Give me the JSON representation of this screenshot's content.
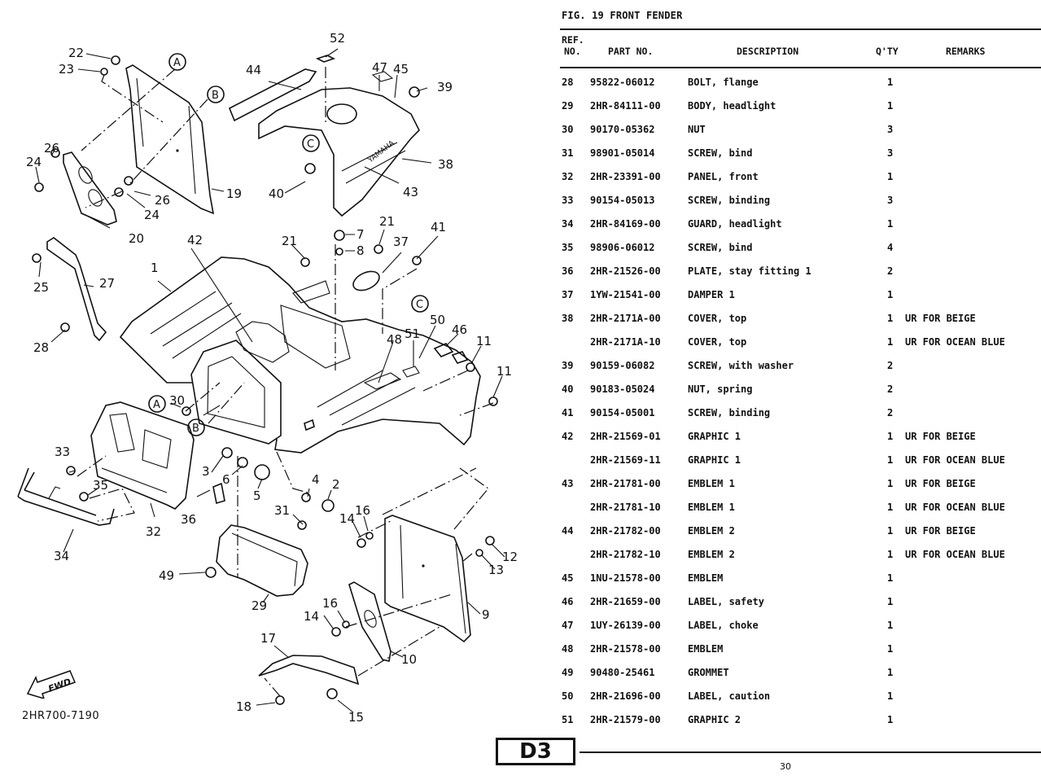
{
  "figure": {
    "title": "FIG. 19  FRONT FENDER",
    "drawing_code": "2HR700-7190",
    "fwd_label": "FWD",
    "section_badge": "D3",
    "page_number": "30"
  },
  "table": {
    "headers": {
      "ref_line1": "REF.",
      "ref_line2": "NO.",
      "part_no": "PART NO.",
      "description": "DESCRIPTION",
      "qty": "Q'TY",
      "remarks": "REMARKS"
    },
    "rows": [
      {
        "ref": "28",
        "part_no": "95822-06012",
        "description": "BOLT, flange",
        "qty": "1",
        "remarks": ""
      },
      {
        "ref": "29",
        "part_no": "2HR-84111-00",
        "description": "BODY, headlight",
        "qty": "1",
        "remarks": ""
      },
      {
        "ref": "30",
        "part_no": "90170-05362",
        "description": "NUT",
        "qty": "3",
        "remarks": ""
      },
      {
        "ref": "31",
        "part_no": "98901-05014",
        "description": "SCREW, bind",
        "qty": "3",
        "remarks": ""
      },
      {
        "ref": "32",
        "part_no": "2HR-23391-00",
        "description": "PANEL, front",
        "qty": "1",
        "remarks": ""
      },
      {
        "ref": "33",
        "part_no": "90154-05013",
        "description": "SCREW, binding",
        "qty": "3",
        "remarks": ""
      },
      {
        "ref": "34",
        "part_no": "2HR-84169-00",
        "description": "GUARD, headlight",
        "qty": "1",
        "remarks": ""
      },
      {
        "ref": "35",
        "part_no": "98906-06012",
        "description": "SCREW, bind",
        "qty": "4",
        "remarks": ""
      },
      {
        "ref": "36",
        "part_no": "2HR-21526-00",
        "description": "PLATE, stay fitting 1",
        "qty": "2",
        "remarks": ""
      },
      {
        "ref": "37",
        "part_no": "1YW-21541-00",
        "description": "DAMPER 1",
        "qty": "1",
        "remarks": ""
      },
      {
        "ref": "38",
        "part_no": "2HR-2171A-00",
        "description": "COVER, top",
        "qty": "1",
        "remarks": "UR FOR BEIGE"
      },
      {
        "ref": "",
        "part_no": "2HR-2171A-10",
        "description": "COVER, top",
        "qty": "1",
        "remarks": "UR FOR OCEAN BLUE"
      },
      {
        "ref": "39",
        "part_no": "90159-06082",
        "description": "SCREW, with washer",
        "qty": "2",
        "remarks": ""
      },
      {
        "ref": "40",
        "part_no": "90183-05024",
        "description": "NUT, spring",
        "qty": "2",
        "remarks": ""
      },
      {
        "ref": "41",
        "part_no": "90154-05001",
        "description": "SCREW, binding",
        "qty": "2",
        "remarks": ""
      },
      {
        "ref": "42",
        "part_no": "2HR-21569-01",
        "description": "GRAPHIC 1",
        "qty": "1",
        "remarks": "UR FOR BEIGE"
      },
      {
        "ref": "",
        "part_no": "2HR-21569-11",
        "description": "GRAPHIC 1",
        "qty": "1",
        "remarks": "UR FOR OCEAN BLUE"
      },
      {
        "ref": "43",
        "part_no": "2HR-21781-00",
        "description": "EMBLEM 1",
        "qty": "1",
        "remarks": "UR FOR BEIGE"
      },
      {
        "ref": "",
        "part_no": "2HR-21781-10",
        "description": "EMBLEM 1",
        "qty": "1",
        "remarks": "UR FOR OCEAN BLUE"
      },
      {
        "ref": "44",
        "part_no": "2HR-21782-00",
        "description": "EMBLEM 2",
        "qty": "1",
        "remarks": "UR FOR BEIGE"
      },
      {
        "ref": "",
        "part_no": "2HR-21782-10",
        "description": "EMBLEM 2",
        "qty": "1",
        "remarks": "UR FOR OCEAN BLUE"
      },
      {
        "ref": "45",
        "part_no": "1NU-21578-00",
        "description": "EMBLEM",
        "qty": "1",
        "remarks": ""
      },
      {
        "ref": "46",
        "part_no": "2HR-21659-00",
        "description": "LABEL, safety",
        "qty": "1",
        "remarks": ""
      },
      {
        "ref": "47",
        "part_no": "1UY-26139-00",
        "description": "LABEL, choke",
        "qty": "1",
        "remarks": ""
      },
      {
        "ref": "48",
        "part_no": "2HR-21578-00",
        "description": "EMBLEM",
        "qty": "1",
        "remarks": ""
      },
      {
        "ref": "49",
        "part_no": "90480-25461",
        "description": "GROMMET",
        "qty": "1",
        "remarks": ""
      },
      {
        "ref": "50",
        "part_no": "2HR-21696-00",
        "description": "LABEL, caution",
        "qty": "1",
        "remarks": ""
      },
      {
        "ref": "51",
        "part_no": "2HR-21579-00",
        "description": "GRAPHIC 2",
        "qty": "1",
        "remarks": ""
      }
    ]
  },
  "diagram": {
    "callouts": [
      "1",
      "2",
      "3",
      "4",
      "5",
      "6",
      "7",
      "8",
      "9",
      "10",
      "11",
      "11",
      "12",
      "13",
      "14",
      "14",
      "15",
      "16",
      "16",
      "17",
      "18",
      "19",
      "20",
      "21",
      "21",
      "22",
      "23",
      "24",
      "24",
      "25",
      "26",
      "26",
      "27",
      "28",
      "29",
      "30",
      "31",
      "32",
      "33",
      "34",
      "35",
      "36",
      "37",
      "38",
      "39",
      "40",
      "41",
      "42",
      "43",
      "44",
      "45",
      "46",
      "47",
      "48",
      "49",
      "50",
      "51",
      "52"
    ],
    "reference_letters": [
      "A",
      "B",
      "A",
      "B",
      "C",
      "C"
    ]
  }
}
